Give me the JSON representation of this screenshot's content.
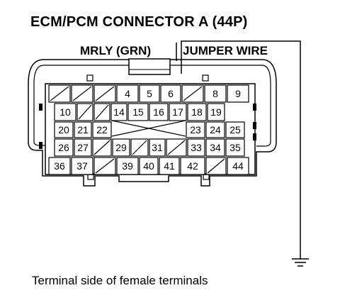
{
  "title": "ECM/PCM CONNECTOR A (44P)",
  "labels": {
    "mrly": "MRLY (GRN)",
    "jumper": "JUMPER WIRE"
  },
  "caption": "Terminal side of female terminals",
  "connector": {
    "rows": [
      [
        "/",
        "/",
        "/",
        "4",
        "5",
        "6",
        "/",
        "8",
        "9"
      ],
      [
        "10",
        "/",
        "/",
        "14",
        "15",
        "16",
        "17",
        "18",
        "19"
      ],
      [
        "20",
        "21",
        "22",
        "23",
        "24",
        "25"
      ],
      [
        "26",
        "27",
        "/",
        "29",
        "/",
        "31",
        "/",
        "33",
        "34",
        "35"
      ],
      [
        "36",
        "37",
        "/",
        "39",
        "40",
        "41",
        "42",
        "/",
        "44"
      ]
    ]
  }
}
